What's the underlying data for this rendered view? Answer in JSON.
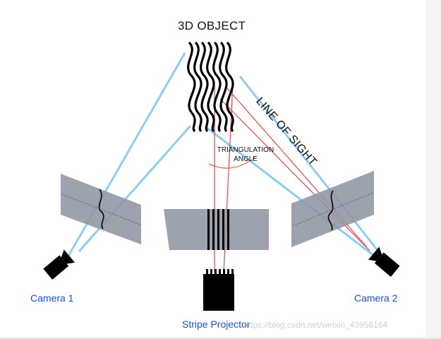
{
  "title": "3D OBJECT",
  "line_of_sight": "LINE OF SIGHT",
  "triangulation": {
    "line1": "TRIANGULATION",
    "line2": "ANGLE"
  },
  "labels": {
    "camera1": "Camera 1",
    "camera2": "Camera 2",
    "projector": "Stripe Projector"
  },
  "watermark": "https://blog.csdn.net/weixin_43956164",
  "colors": {
    "sight_line": "#8ecdf2",
    "projection_line": "#e0474c",
    "plane": "#8f95a4",
    "label": "#1f4fc8",
    "device": "#000000"
  }
}
